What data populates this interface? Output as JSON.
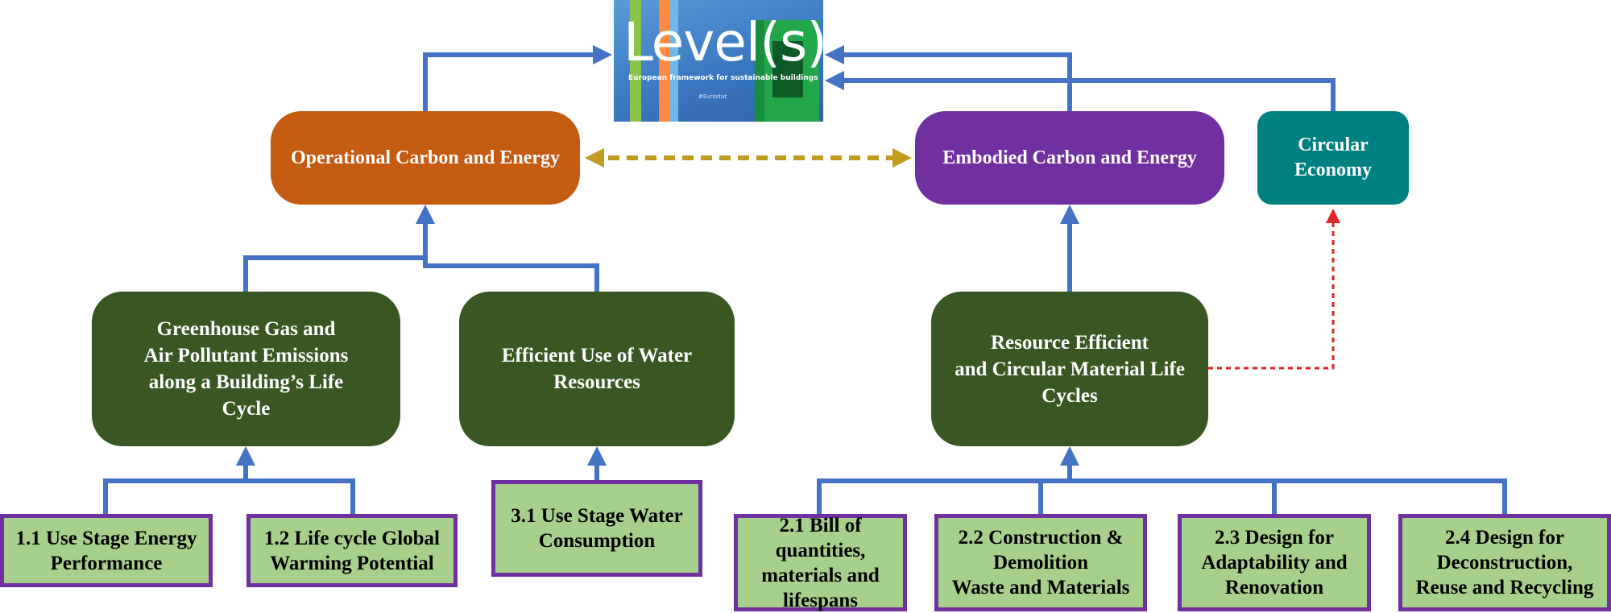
{
  "colors": {
    "arrow_blue": "#4472c4",
    "dashed_gold": "#c09b1f",
    "dotted_red": "#e02424",
    "operational": "#c55a11",
    "embodied": "#7030a0",
    "circular": "#008080",
    "dark_green": "#385723",
    "indicator_fill": "#a8d08d",
    "indicator_border": "#7030a0"
  },
  "logo": {
    "title": "Level(s)",
    "tagline": "European framework for sustainable buildings",
    "version": "#Eurostat",
    "strip_colors": [
      "#8bc34a",
      "#ff8a3d",
      "#6fb7e6"
    ]
  },
  "macro": {
    "operational": "Operational Carbon and Energy",
    "embodied": "Embodied Carbon and Energy",
    "circular": "Circular\nEconomy"
  },
  "objectives": {
    "ghg": "Greenhouse Gas and\nAir Pollutant Emissions\nalong a Building’s Life\nCycle",
    "water": "Efficient Use of Water\nResources",
    "resource": "Resource Efficient\nand Circular Material Life\nCycles"
  },
  "indicators": {
    "i11": "1.1 Use Stage Energy\nPerformance",
    "i12": "1.2 Life cycle Global\nWarming Potential",
    "i31": "3.1 Use Stage Water\nConsumption",
    "i21": "2.1 Bill of\nquantities,\nmaterials and\nlifespans",
    "i22": "2.2 Construction &\nDemolition\nWaste and Materials",
    "i23": "2.3 Design for\nAdaptability and\nRenovation",
    "i24": "2.4 Design for\nDeconstruction,\nReuse and Recycling"
  }
}
